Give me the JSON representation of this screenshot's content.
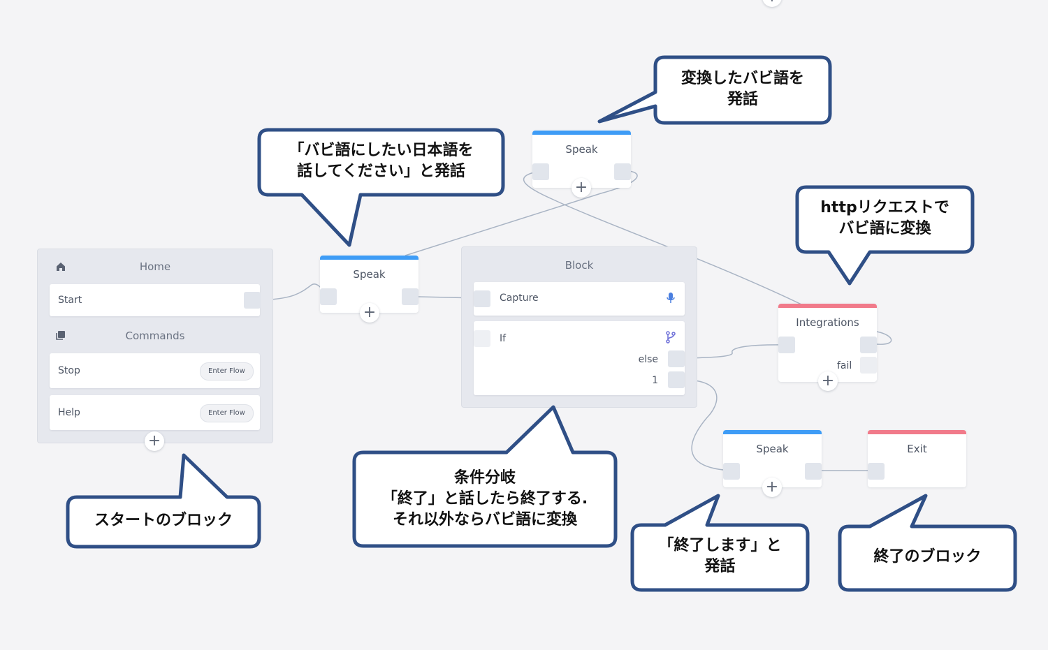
{
  "home": {
    "title": "Home",
    "start_label": "Start",
    "commands_title": "Commands",
    "commands": [
      {
        "label": "Stop",
        "action": "Enter Flow"
      },
      {
        "label": "Help",
        "action": "Enter Flow"
      }
    ]
  },
  "speak_main": {
    "title": "Speak"
  },
  "speak_top": {
    "title": "Speak"
  },
  "block": {
    "title": "Block",
    "capture_label": "Capture",
    "if_label": "If",
    "else_label": "else",
    "branch_1_label": "1"
  },
  "integrations": {
    "title": "Integrations",
    "fail_label": "fail"
  },
  "speak_end": {
    "title": "Speak"
  },
  "exit": {
    "title": "Exit"
  },
  "add_symbol": "+",
  "callouts": {
    "speak_top": [
      "変換したバビ語を",
      "発話"
    ],
    "speak_main": [
      "「バビ語にしたい日本語を",
      "話してください」と発話"
    ],
    "integrations": [
      "httpリクエストで",
      "バビ語に変換"
    ],
    "home": [
      "スタートのブロック"
    ],
    "block": [
      "条件分岐",
      "「終了」と話したら終了する.",
      "それ以外ならバビ語に変換"
    ],
    "speak_end": [
      "「終了します」と",
      "発話"
    ],
    "exit": [
      "終了のブロック"
    ]
  },
  "colors": {
    "speak_bar": "#3e9cf6",
    "exit_bar": "#f17a8a",
    "callout_border": "#2f4f86",
    "wire": "#a9b4c4"
  },
  "icons": {
    "home": "home-icon",
    "commands": "commands-icon",
    "capture": "microphone-icon",
    "if": "branch-icon",
    "add": "plus-icon"
  }
}
